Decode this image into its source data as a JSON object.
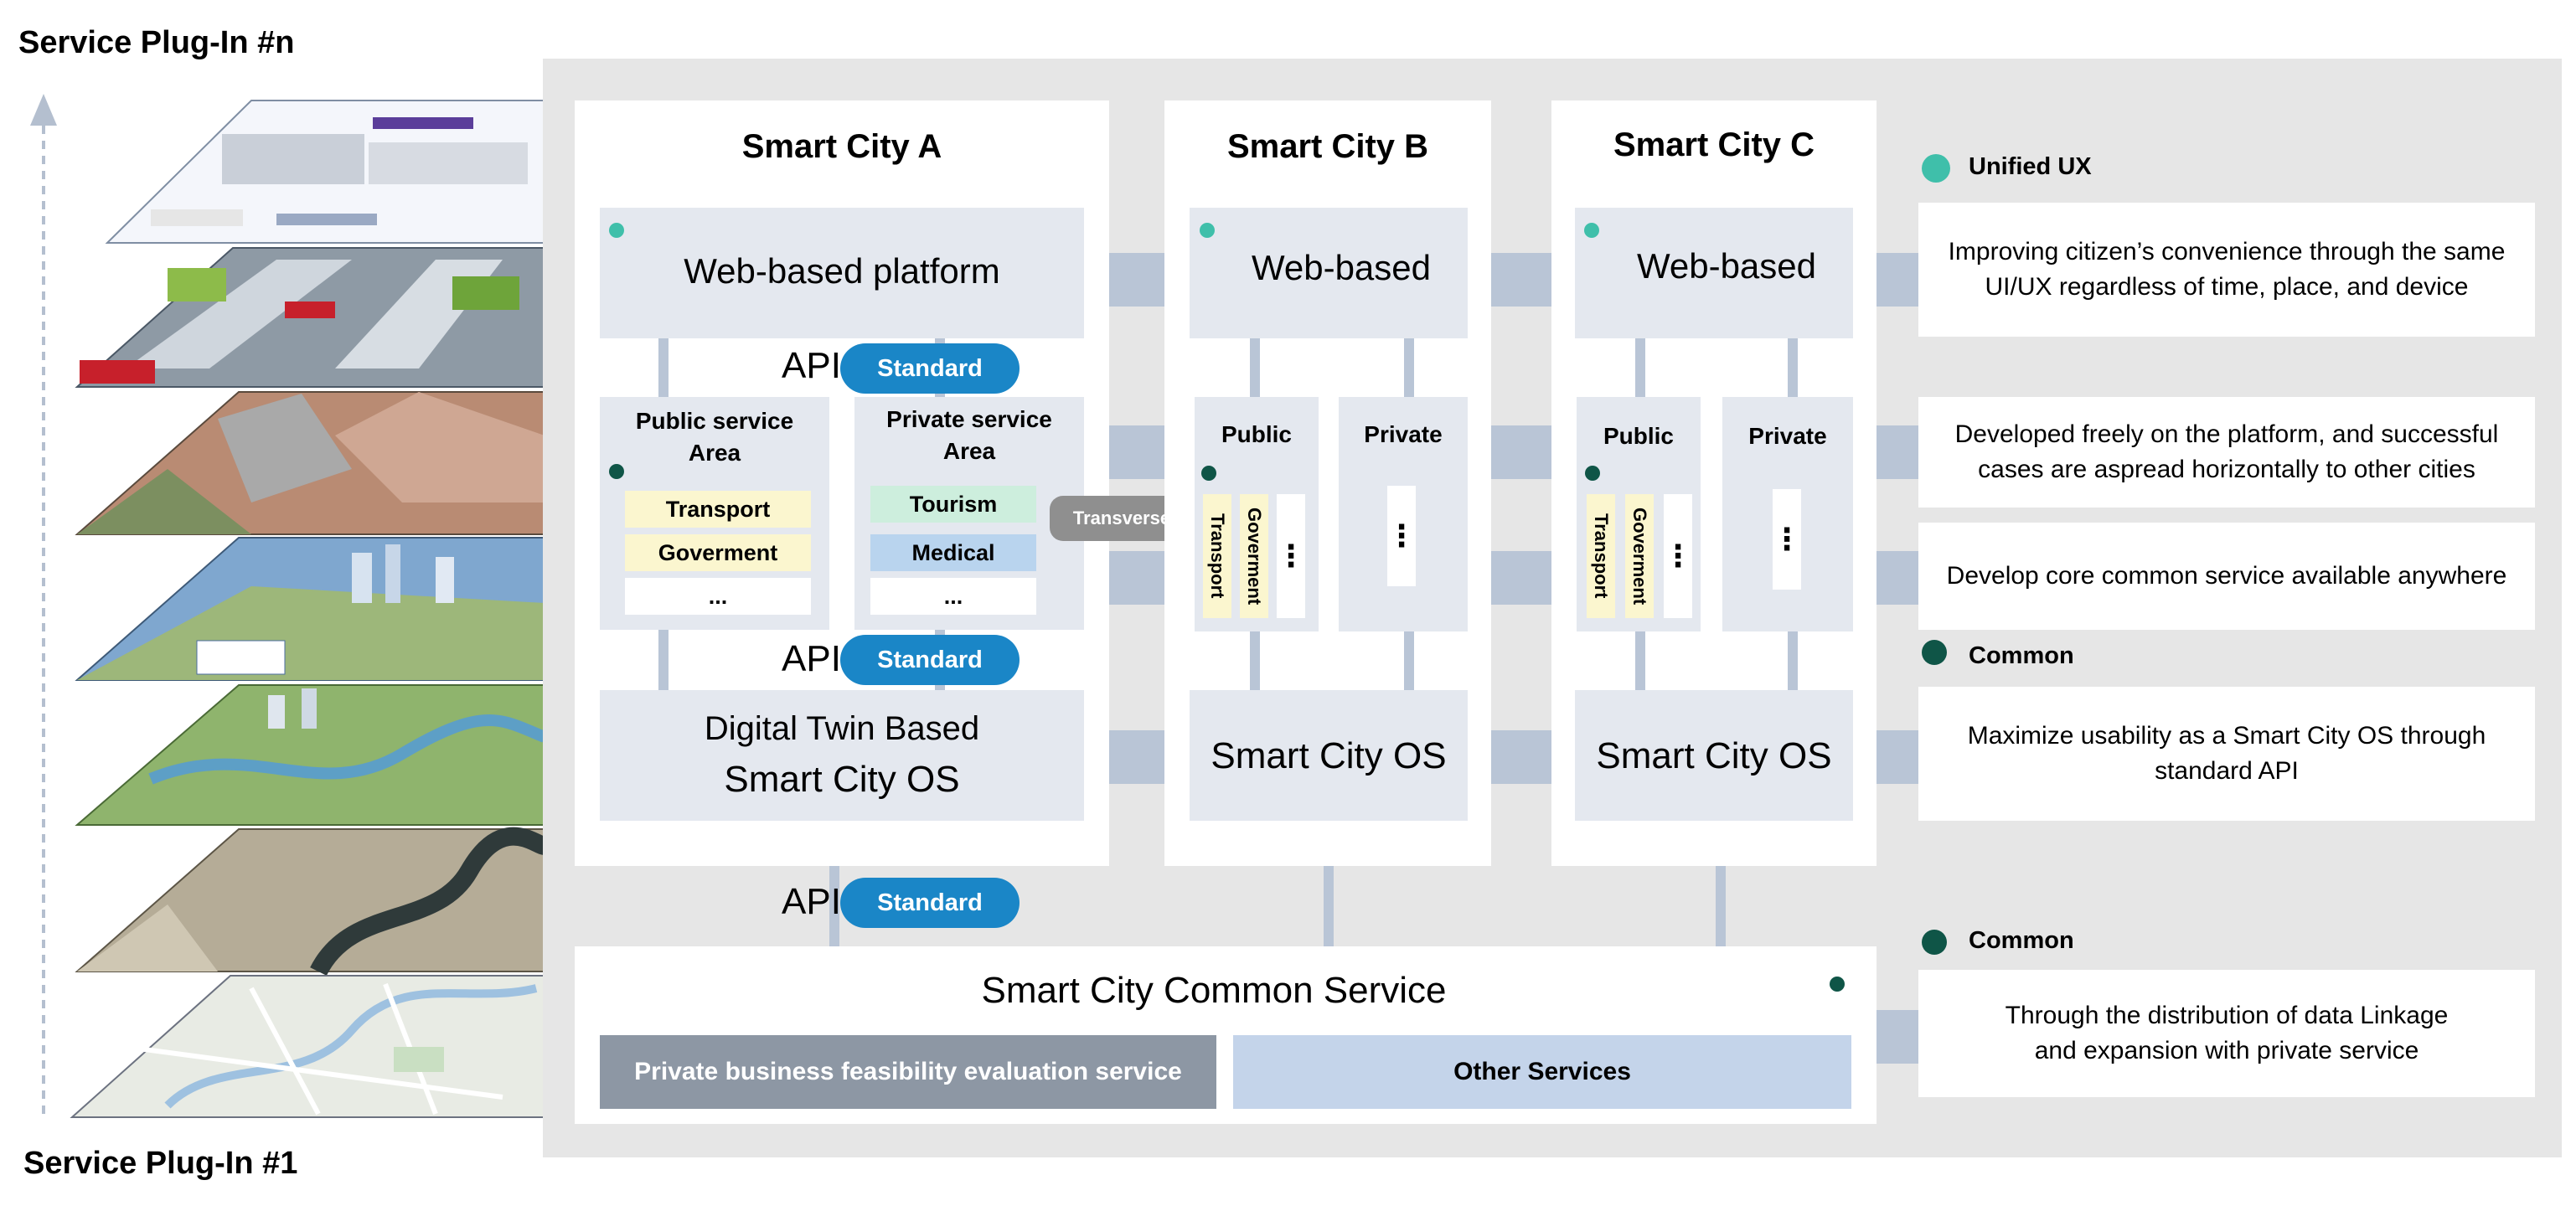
{
  "plugins": {
    "top_label": "Service Plug-In #n",
    "bottom_label": "Service Plug-In #1"
  },
  "city_a": {
    "title": "Smart City A",
    "platform": "Web-based platform",
    "api_label": "API",
    "standard": "Standard",
    "public_area": "Public service Area",
    "private_area": "Private service Area",
    "public_items": [
      "Transport",
      "Goverment",
      "..."
    ],
    "private_items": [
      "Tourism",
      "Medical",
      "..."
    ],
    "os_line1": "Digital Twin Based",
    "os_line2": "Smart City OS"
  },
  "transverse": "Transverse",
  "city_b": {
    "title": "Smart City B",
    "platform": "Web-based",
    "public": "Public",
    "private": "Private",
    "vitems": [
      "Transport",
      "Goverment",
      "⋮"
    ],
    "private_dots": "⋮",
    "os": "Smart City OS"
  },
  "city_c": {
    "title": "Smart City C",
    "platform": "Web-based",
    "public": "Public",
    "private": "Private",
    "vitems": [
      "Transport",
      "Goverment",
      "⋮"
    ],
    "private_dots": "⋮",
    "os": "Smart City OS"
  },
  "common_service": {
    "title": "Smart City Common Service",
    "left": "Private business feasibility evaluation service",
    "right": "Other Services"
  },
  "legend": {
    "unified_ux": "Unified UX",
    "common1": "Common",
    "common2": "Common",
    "colors": {
      "unified": "#3fbfaa",
      "common": "#0f5547"
    }
  },
  "descriptions": [
    "Improving citizen’s convenience through the same UI/UX regardless of time, place, and device",
    "Developed freely on the platform, and successful cases are aspread horizontally to other cities",
    "Develop core common service available anywhere",
    "Maximize usability as a Smart City OS through standard API",
    "Through the distribution of data Linkage and expansion with private service"
  ],
  "colors": {
    "background_panel": "#e6e6e6",
    "standard_pill": "#1a86c7",
    "transport_chip": "#fbf6cf",
    "tourism_chip": "#cdeedd",
    "medical_chip": "#b9d4ee",
    "left_service": "#8d97a4",
    "right_service": "#c4d4ea"
  }
}
